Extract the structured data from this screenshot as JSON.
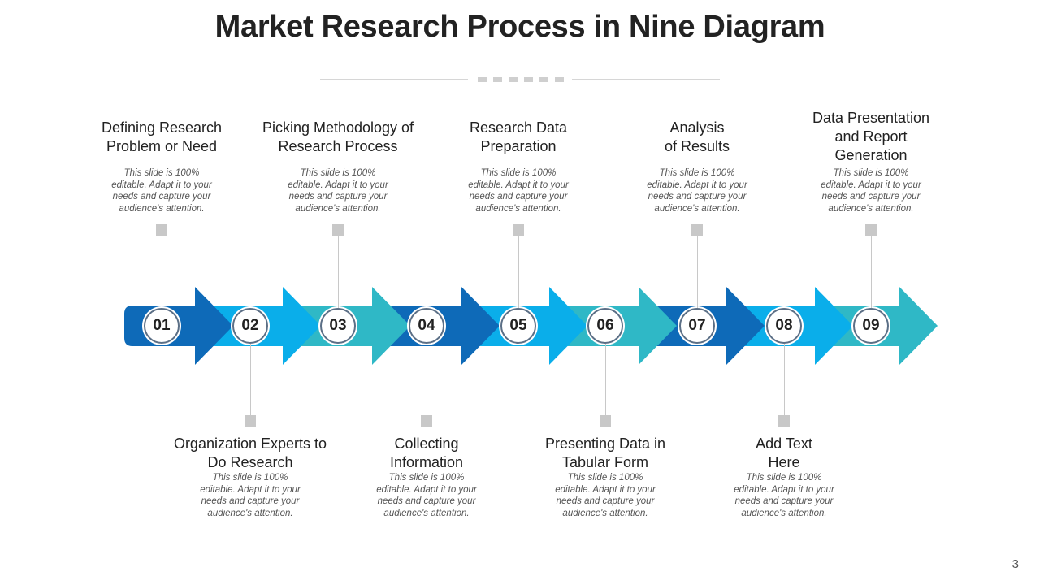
{
  "title": "Market Research Process in Nine Diagram",
  "page_number": "3",
  "colors": {
    "dark_blue": "#0e6ab8",
    "light_blue": "#0aaeea",
    "teal": "#2fb8c6",
    "connector": "#c8c8c8"
  },
  "steps": [
    {
      "number": "01",
      "title": "Defining Research\nProblem or Need",
      "desc": "This slide is 100%\neditable. Adapt it to your\nneeds and capture your\naudience's attention.",
      "position": "top",
      "color": "dark_blue"
    },
    {
      "number": "02",
      "title": "Organization Experts to\nDo Research",
      "desc": "This slide is 100%\neditable. Adapt it to your\nneeds and capture your\naudience's attention.",
      "position": "bottom",
      "color": "light_blue"
    },
    {
      "number": "03",
      "title": "Picking Methodology of\nResearch Process",
      "desc": "This slide is 100%\neditable. Adapt it to your\nneeds and capture your\naudience's attention.",
      "position": "top",
      "color": "teal"
    },
    {
      "number": "04",
      "title": "Collecting\nInformation",
      "desc": "This slide is 100%\neditable. Adapt it to your\nneeds and capture your\naudience's attention.",
      "position": "bottom",
      "color": "dark_blue"
    },
    {
      "number": "05",
      "title": "Research Data\nPreparation",
      "desc": "This slide is 100%\neditable. Adapt it to your\nneeds and capture your\naudience's attention.",
      "position": "top",
      "color": "light_blue"
    },
    {
      "number": "06",
      "title": "Presenting Data in\nTabular Form",
      "desc": "This slide is 100%\neditable. Adapt it to your\nneeds and capture your\naudience's attention.",
      "position": "bottom",
      "color": "teal"
    },
    {
      "number": "07",
      "title": "Analysis\nof Results",
      "desc": "This slide is 100%\neditable. Adapt it to your\nneeds and capture your\naudience's attention.",
      "position": "top",
      "color": "dark_blue"
    },
    {
      "number": "08",
      "title": "Add Text\nHere",
      "desc": "This slide is 100%\neditable. Adapt it to your\nneeds and capture your\naudience's attention.",
      "position": "bottom",
      "color": "light_blue"
    },
    {
      "number": "09",
      "title": "Data Presentation\nand Report\nGeneration",
      "desc": "This slide is 100%\neditable. Adapt it to your\nneeds and capture your\naudience's attention.",
      "position": "top",
      "color": "teal"
    }
  ]
}
